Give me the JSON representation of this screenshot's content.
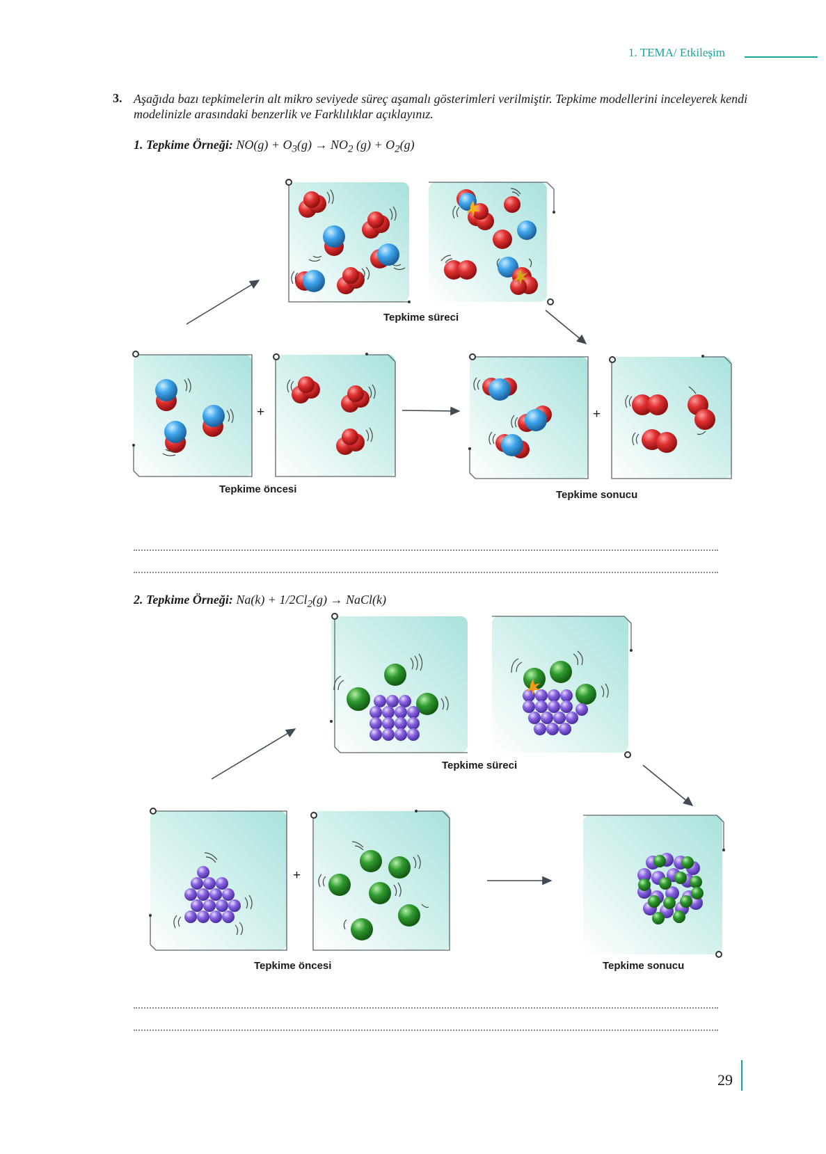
{
  "header": {
    "title": "1. TEMA/ Etkileşim"
  },
  "question": {
    "number": "3.",
    "text": "Aşağıda bazı tepkimelerin alt mikro seviyede süreç aşamalı gösterimleri verilmiştir. Tepkime modellerini inceleyerek kendi modelinizle arasındaki benzerlik ve Farklılıklar açıklayınız."
  },
  "example1": {
    "label": "1. Tepkime Örneği:",
    "equation": {
      "p1": "NO(g) + O",
      "s1": "3",
      "p2": "(g) → NO",
      "s2": "2",
      "p3": " (g) + O",
      "s3": "2",
      "p4": "(g)"
    },
    "captions": {
      "process": "Tepkime süreci",
      "before": "Tepkime öncesi",
      "after": "Tepkime sonucu"
    },
    "plus": "+"
  },
  "example2": {
    "label": "2. Tepkime Örneği:",
    "equation": {
      "p1": "Na(k) + 1/2Cl",
      "s1": "2",
      "p2": "(g) → NaCl(k)"
    },
    "captions": {
      "process": "Tepkime süreci",
      "before": "Tepkime öncesi",
      "after": "Tepkime sonucu"
    },
    "plus": "+"
  },
  "page_number": "29",
  "colors": {
    "accent": "#17a3a1",
    "oxygen": "#d42a2a",
    "nitrogen": "#3aa0e6",
    "chlorine": "#2f9a2f",
    "sodium": "#8a63e0",
    "box_fill": "#bfe9e4"
  }
}
